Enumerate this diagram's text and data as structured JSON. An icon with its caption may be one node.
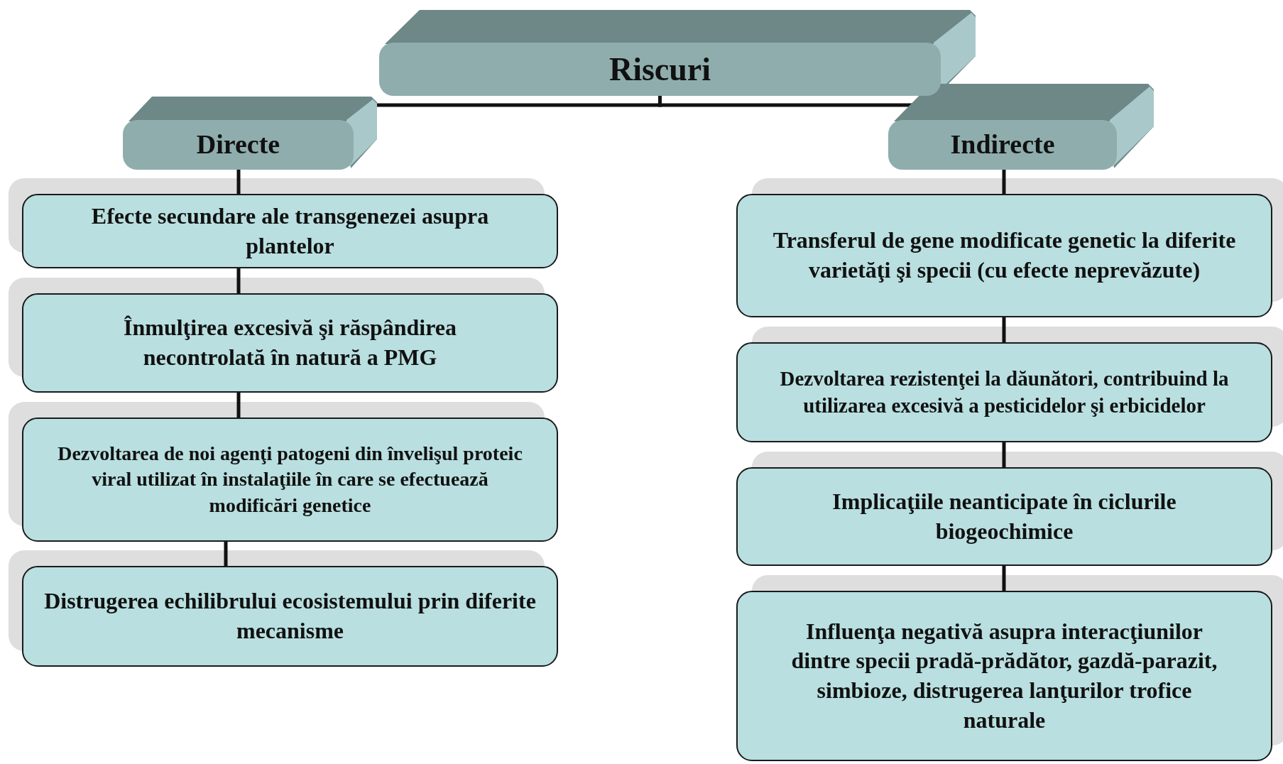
{
  "diagram": {
    "nodes": [
      {
        "text": [
          "Riscuri"
        ]
      },
      {
        "text": [
          "Directe"
        ]
      },
      {
        "text": [
          "Indirecte"
        ]
      },
      {
        "text": [
          "Efecte secundare ale transgenezei asupra plantelor"
        ]
      },
      {
        "text": [
          "Înmulţirea excesivă şi răspândirea necontrolată în natură a PMG"
        ]
      },
      {
        "text": [
          "Dezvoltarea de noi agenţi patogeni din învelişul proteic viral utilizat în instalaţiile în care se efectuează modificări genetice"
        ]
      },
      {
        "text": [
          "Distrugerea echilibrului ecosistemului prin diferite mecanisme"
        ]
      },
      {
        "text": [
          "Transferul de gene modificate genetic la diferite varietăţi şi specii (cu efecte neprevăzute)"
        ]
      },
      {
        "text": [
          "Dezvoltarea rezistenţei la dăunători, contribuind la utilizarea excesivă a pesticidelor şi erbicidelor"
        ]
      },
      {
        "text": [
          "Implicaţiile neanticipate în ciclurile biogeochimice"
        ]
      },
      {
        "text": [
          "Influenţa negativă asupra interacţiunilor dintre specii pradă-prădător, gazdă-parazit, simbioze, distrugerea lanţurilor trofice naturale"
        ]
      }
    ],
    "edges": [
      {
        "from": 0,
        "to": 1,
        "arrow": "none"
      },
      {
        "from": 0,
        "to": 2,
        "arrow": "none"
      },
      {
        "from": 1,
        "to": 3,
        "arrow": "none"
      },
      {
        "from": 3,
        "to": 4,
        "arrow": "none"
      },
      {
        "from": 4,
        "to": 5,
        "arrow": "none"
      },
      {
        "from": 5,
        "to": 6,
        "arrow": "none"
      },
      {
        "from": 2,
        "to": 7,
        "arrow": "none"
      },
      {
        "from": 7,
        "to": 8,
        "arrow": "none"
      },
      {
        "from": 8,
        "to": 9,
        "arrow": "none"
      },
      {
        "from": 9,
        "to": 10,
        "arrow": "none"
      }
    ]
  }
}
